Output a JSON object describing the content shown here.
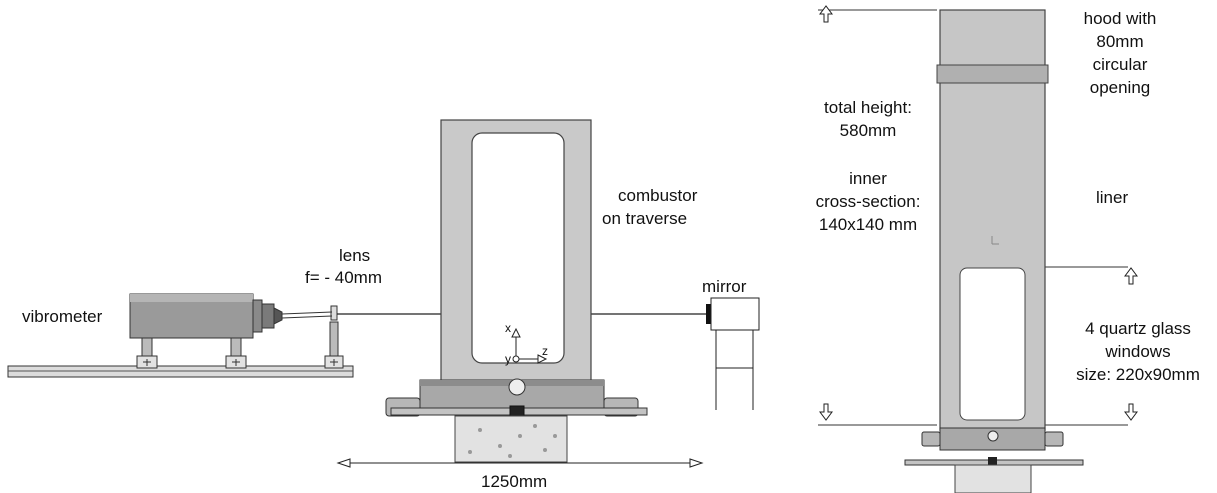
{
  "left_setup": {
    "vibrometer_label": "vibrometer",
    "lens_label": "lens",
    "lens_focal": "f= - 40mm",
    "combustor_label_1": "combustor",
    "combustor_label_2": "on traverse",
    "mirror_label": "mirror",
    "distance_label": "1250mm",
    "axis_x": "x",
    "axis_y": "y",
    "axis_z": "z"
  },
  "right_setup": {
    "hood_1": "hood with",
    "hood_2": "80mm",
    "hood_3": "circular",
    "hood_4": "opening",
    "height_1": "total height:",
    "height_2": "580mm",
    "inner_1": "inner",
    "inner_2": "cross-section:",
    "inner_3": "140x140 mm",
    "liner": "liner",
    "windows_1": "4 quartz glass",
    "windows_2": "windows",
    "windows_3": "size: 220x90mm"
  },
  "colors": {
    "metal_light": "#c8c8c8",
    "metal_mid": "#a9a9a9",
    "metal_dark": "#6e6e6e",
    "line": "#222222"
  }
}
